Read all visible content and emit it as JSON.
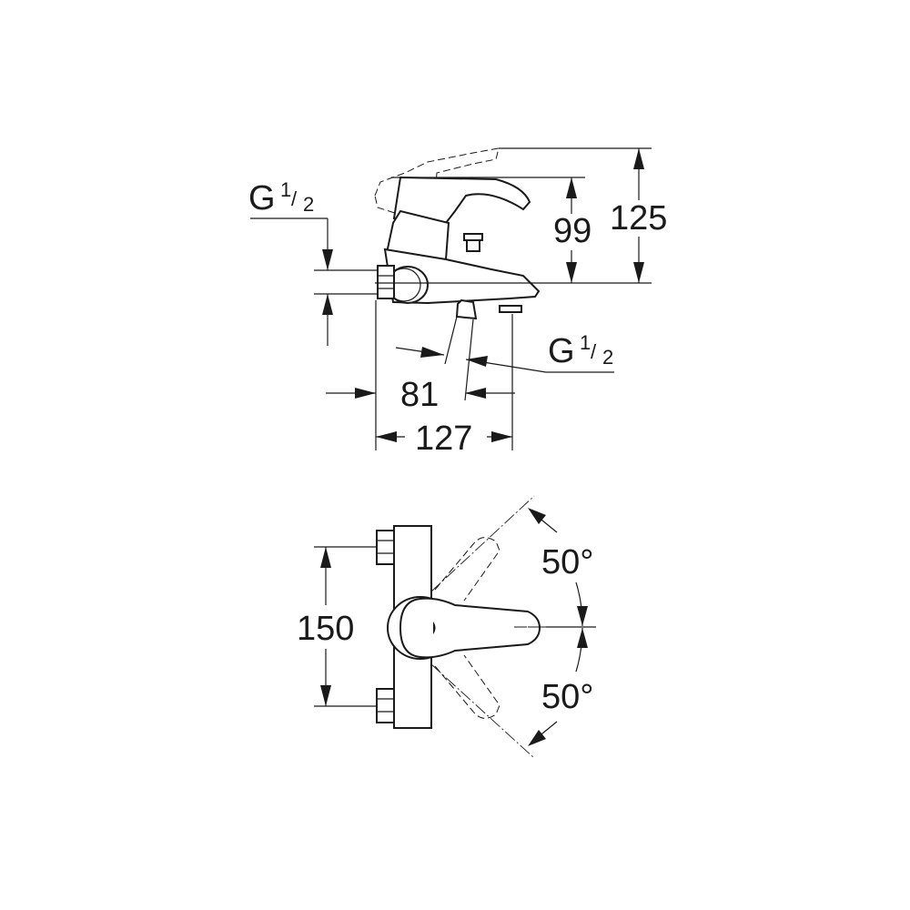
{
  "side_view": {
    "thread_left": {
      "main": "G",
      "num": "1",
      "den": "2"
    },
    "thread_bottom": {
      "main": "G",
      "num": "1",
      "den": "2"
    },
    "dim_height_lever": "99",
    "dim_height_total": "125",
    "dim_spout": "81",
    "dim_depth": "127"
  },
  "top_view": {
    "dim_width": "150",
    "angle_up": "50°",
    "angle_down": "50°"
  }
}
